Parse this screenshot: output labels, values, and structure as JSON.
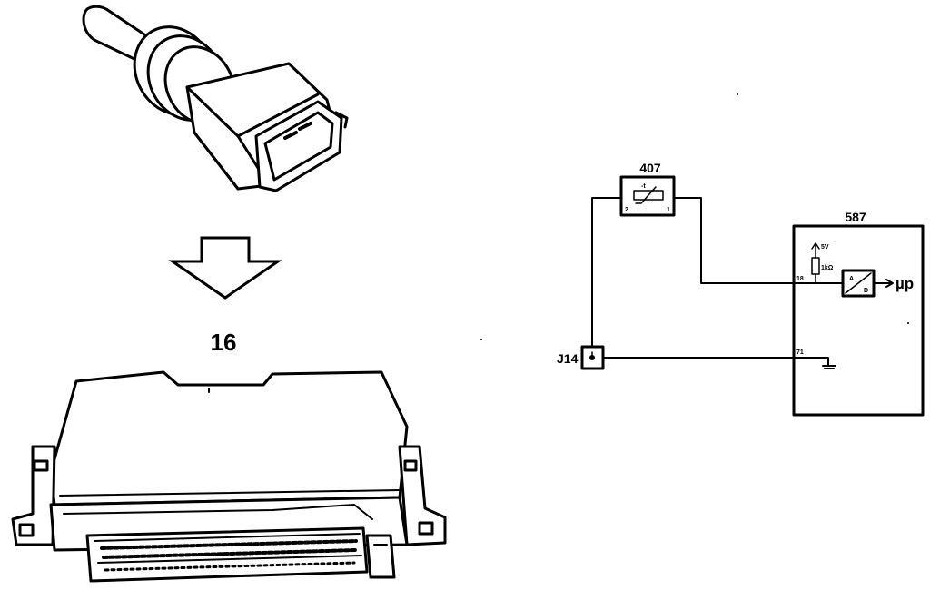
{
  "figure": {
    "ecu_number": "16"
  },
  "schematic": {
    "sensor_ref": "407",
    "ecu_ref": "587",
    "connector_ref": "J14",
    "sensor_pin_left": "2",
    "sensor_pin_right": "1",
    "sensor_symbol_mark": "-t",
    "ecu_pin_signal": "18",
    "ecu_pin_ground": "71",
    "supply_voltage": "5V",
    "pullup_resistor": "1kΩ",
    "adc_in": "A",
    "adc_out": "D",
    "output_label": "µp"
  }
}
